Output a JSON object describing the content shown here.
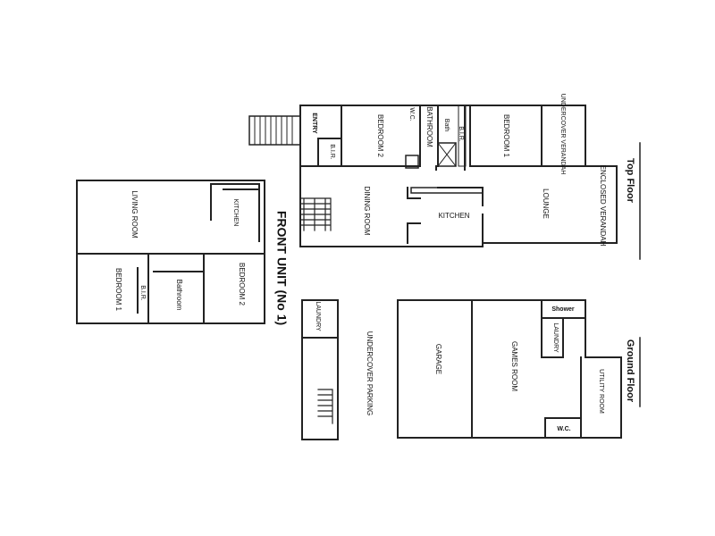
{
  "titles": {
    "top_floor": "Top Floor",
    "ground_floor": "Ground Floor",
    "front_unit": "FRONT UNIT (No 1)"
  },
  "rooms": {
    "entry": "ENTRY",
    "bir_top_left": "B.I.R.",
    "bedroom2_top": "BEDROOM 2",
    "bathroom_top": "BATHROOM",
    "wc_top": "W.C.",
    "bath": "Bath",
    "bir_top_right": "B.I.R.",
    "bedroom1_top": "BEDROOM 1",
    "undercover_verandah": "UNDERCOVER VERANDAH",
    "dining_room": "DINING ROOM",
    "kitchen_top": "KITCHEN",
    "lounge": "LOUNGE",
    "enclosed_verandah": "ENCLOSED VERANDAH",
    "laundry_left": "LAUNDRY",
    "undercover_parking": "UNDERCOVER PARKING",
    "garage": "GARAGE",
    "games_room": "GAMES ROOM",
    "shower": "Shower",
    "laundry_right": "LAUNDRY",
    "utility_room": "UTILITY ROOM",
    "wc_ground": "W.C.",
    "living_room": "LIVING ROOM",
    "kitchen_front": "KITCHEN",
    "bedroom1_front": "BEDROOM 1",
    "bir_front": "B.I.R.",
    "bathroom_front": "Bathroom",
    "bedroom2_front": "BEDROOM 2"
  }
}
